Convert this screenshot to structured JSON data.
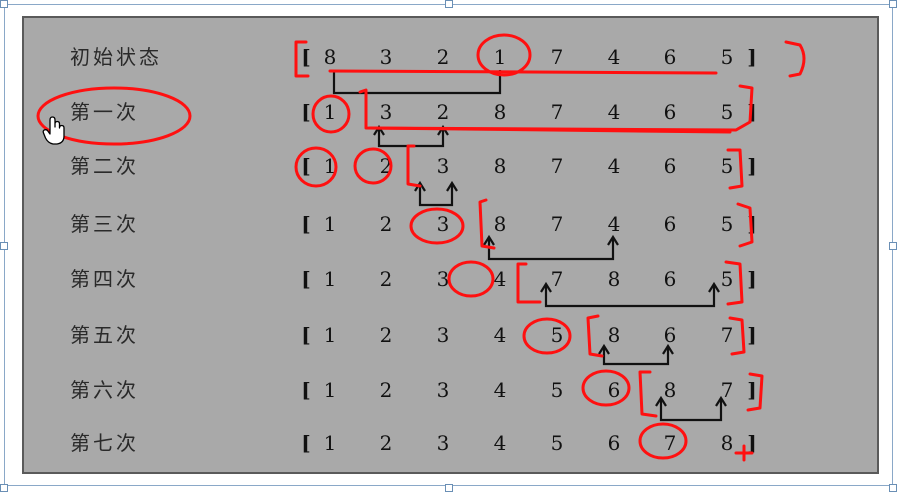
{
  "rows": [
    {
      "label": "初始状态",
      "values": [
        "8",
        "3",
        "2",
        "1",
        "7",
        "4",
        "6",
        "5"
      ]
    },
    {
      "label": "第一次",
      "values": [
        "1",
        "3",
        "2",
        "8",
        "7",
        "4",
        "6",
        "5"
      ]
    },
    {
      "label": "第二次",
      "values": [
        "1",
        "2",
        "3",
        "8",
        "7",
        "4",
        "6",
        "5"
      ]
    },
    {
      "label": "第三次",
      "values": [
        "1",
        "2",
        "3",
        "8",
        "7",
        "4",
        "6",
        "5"
      ]
    },
    {
      "label": "第四次",
      "values": [
        "1",
        "2",
        "3",
        "4",
        "7",
        "8",
        "6",
        "5"
      ]
    },
    {
      "label": "第五次",
      "values": [
        "1",
        "2",
        "3",
        "4",
        "5",
        "8",
        "6",
        "7"
      ]
    },
    {
      "label": "第六次",
      "values": [
        "1",
        "2",
        "3",
        "4",
        "5",
        "6",
        "8",
        "7"
      ]
    },
    {
      "label": "第七次",
      "values": [
        "1",
        "2",
        "3",
        "4",
        "5",
        "6",
        "7",
        "8"
      ]
    }
  ],
  "bracket_open": "[",
  "bracket_close": "]",
  "annotation_color": "#ff1010",
  "arrow_color": "#111111",
  "panel_color": "#a9a9a9"
}
